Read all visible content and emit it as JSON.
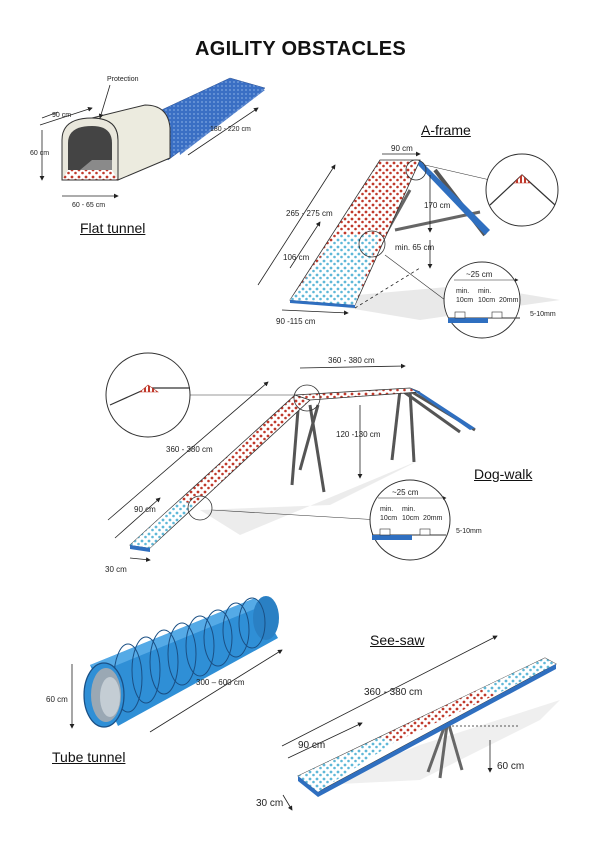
{
  "title": "AGILITY OBSTACLES",
  "colors": {
    "red_dots": "#c0392b",
    "blue": "#2f6fc0",
    "light_blue": "#9fd3e6",
    "tube": "#2f8fd6",
    "shadow": "#d8d8d8"
  },
  "flat_tunnel": {
    "label": "Flat tunnel",
    "protection": "Protection",
    "width": "90 cm",
    "height": "60 cm",
    "base": "60 - 65 cm",
    "length": "180 - 220 cm"
  },
  "a_frame": {
    "label": "A-frame",
    "top_width": "90 cm",
    "length": "265 - 275 cm",
    "height": "170 cm",
    "contact": "106 cm",
    "min_contact": "min. 65 cm",
    "base_width": "90 -115 cm",
    "slat_spacing": "~25 cm",
    "min_a": "min.",
    "min_a_val": "10cm",
    "min_b": "min.",
    "min_b_val": "10cm",
    "slat_width": "20mm",
    "slat_height": "5-10mm"
  },
  "dog_walk": {
    "label": "Dog-walk",
    "plank_length": "360 - 380 cm",
    "ramp_length": "360 - 380 cm",
    "height": "120 -130 cm",
    "contact": "90 cm",
    "width": "30 cm",
    "slat_spacing": "~25 cm",
    "min_a": "min.",
    "min_a_val": "10cm",
    "min_b": "min.",
    "min_b_val": "10cm",
    "slat_width": "20mm",
    "slat_height": "5-10mm"
  },
  "tube_tunnel": {
    "label": "Tube tunnel",
    "diameter": "60 cm",
    "length": "300 – 600 cm"
  },
  "see_saw": {
    "label": "See-saw",
    "length": "360 - 380 cm",
    "contact": "90 cm",
    "height": "60 cm",
    "width": "30 cm"
  }
}
